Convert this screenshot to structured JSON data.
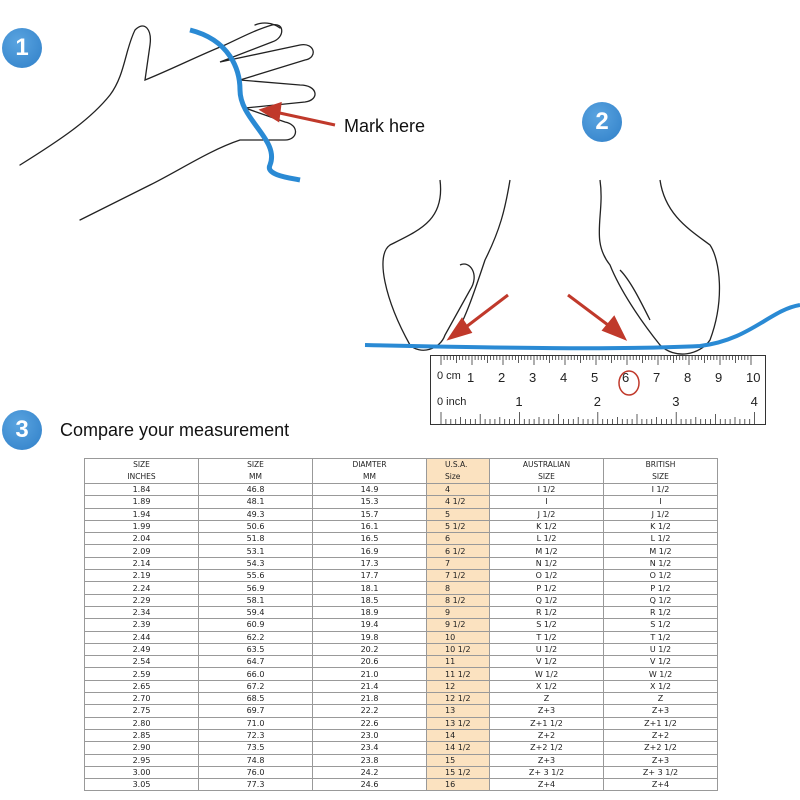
{
  "steps": [
    {
      "number": "1"
    },
    {
      "number": "2"
    },
    {
      "number": "3"
    }
  ],
  "mark_label": "Mark here",
  "compare_label": "Compare your measurement",
  "ruler": {
    "cm_label": "0 cm",
    "cm_ticks": [
      "1",
      "2",
      "3",
      "4",
      "5",
      "6",
      "7",
      "8",
      "9",
      "10"
    ],
    "inch_label": "0 inch",
    "inch_ticks": [
      "1",
      "2",
      "3",
      "4"
    ],
    "circled_value": "6"
  },
  "colors": {
    "accent_blue": "#2f7fc8",
    "string_blue": "#2a8ad4",
    "arrow_red": "#c0392b",
    "usa_highlight": "#fbe2c0"
  },
  "table": {
    "headers": [
      [
        "SIZE",
        "INCHES"
      ],
      [
        "SIZE",
        "MM"
      ],
      [
        "DIAMTER",
        "MM"
      ],
      [
        "U.S.A.",
        "Size"
      ],
      [
        "AUSTRALIAN",
        "SIZE"
      ],
      [
        "BRITISH",
        "SIZE"
      ]
    ],
    "rows": [
      [
        "1.84",
        "46.8",
        "14.9",
        "4",
        "I 1/2",
        "I 1/2"
      ],
      [
        "1.89",
        "48.1",
        "15.3",
        "4 1/2",
        "I",
        "I"
      ],
      [
        "1.94",
        "49.3",
        "15.7",
        "5",
        "J 1/2",
        "J 1/2"
      ],
      [
        "1.99",
        "50.6",
        "16.1",
        "5 1/2",
        "K 1/2",
        "K 1/2"
      ],
      [
        "2.04",
        "51.8",
        "16.5",
        "6",
        "L 1/2",
        "L 1/2"
      ],
      [
        "2.09",
        "53.1",
        "16.9",
        "6 1/2",
        "M 1/2",
        "M 1/2"
      ],
      [
        "2.14",
        "54.3",
        "17.3",
        "7",
        "N 1/2",
        "N 1/2"
      ],
      [
        "2.19",
        "55.6",
        "17.7",
        "7 1/2",
        "O 1/2",
        "O 1/2"
      ],
      [
        "2.24",
        "56.9",
        "18.1",
        "8",
        "P 1/2",
        "P 1/2"
      ],
      [
        "2.29",
        "58.1",
        "18.5",
        "8 1/2",
        "Q 1/2",
        "Q 1/2"
      ],
      [
        "2.34",
        "59.4",
        "18.9",
        "9",
        "R 1/2",
        "R 1/2"
      ],
      [
        "2.39",
        "60.9",
        "19.4",
        "9 1/2",
        "S 1/2",
        "S 1/2"
      ],
      [
        "2.44",
        "62.2",
        "19.8",
        "10",
        "T 1/2",
        "T 1/2"
      ],
      [
        "2.49",
        "63.5",
        "20.2",
        "10 1/2",
        "U 1/2",
        "U 1/2"
      ],
      [
        "2.54",
        "64.7",
        "20.6",
        "11",
        "V 1/2",
        "V 1/2"
      ],
      [
        "2.59",
        "66.0",
        "21.0",
        "11 1/2",
        "W 1/2",
        "W 1/2"
      ],
      [
        "2.65",
        "67.2",
        "21.4",
        "12",
        "X 1/2",
        "X 1/2"
      ],
      [
        "2.70",
        "68.5",
        "21.8",
        "12 1/2",
        "Z",
        "Z"
      ],
      [
        "2.75",
        "69.7",
        "22.2",
        "13",
        "Z+3",
        "Z+3"
      ],
      [
        "2.80",
        "71.0",
        "22.6",
        "13 1/2",
        "Z+1 1/2",
        "Z+1 1/2"
      ],
      [
        "2.85",
        "72.3",
        "23.0",
        "14",
        "Z+2",
        "Z+2"
      ],
      [
        "2.90",
        "73.5",
        "23.4",
        "14 1/2",
        "Z+2 1/2",
        "Z+2 1/2"
      ],
      [
        "2.95",
        "74.8",
        "23.8",
        "15",
        "Z+3",
        "Z+3"
      ],
      [
        "3.00",
        "76.0",
        "24.2",
        "15 1/2",
        "Z+ 3 1/2",
        "Z+ 3 1/2"
      ],
      [
        "3.05",
        "77.3",
        "24.6",
        "16",
        "Z+4",
        "Z+4"
      ]
    ]
  }
}
